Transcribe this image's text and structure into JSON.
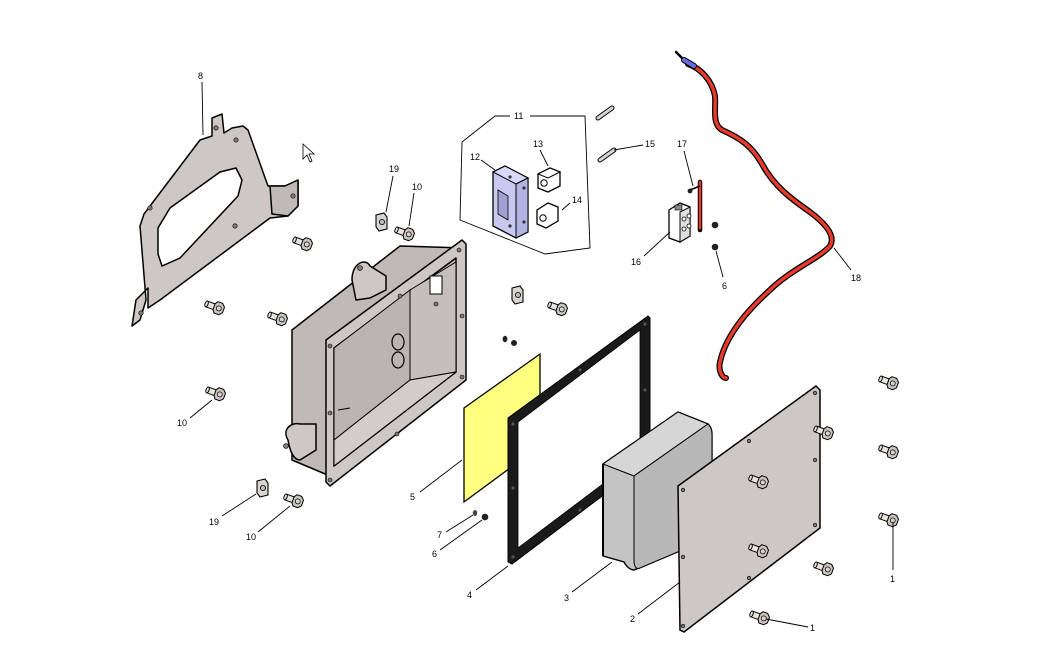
{
  "diagram": {
    "title": "",
    "type": "exploded-parts-diagram",
    "callouts": [
      {
        "id": "c8",
        "label": "8"
      },
      {
        "id": "c11",
        "label": "11"
      },
      {
        "id": "c12",
        "label": "12"
      },
      {
        "id": "c13",
        "label": "13"
      },
      {
        "id": "c14",
        "label": "14"
      },
      {
        "id": "c15",
        "label": "15"
      },
      {
        "id": "c17",
        "label": "17"
      },
      {
        "id": "c16",
        "label": "16"
      },
      {
        "id": "c6a",
        "label": "6"
      },
      {
        "id": "c18",
        "label": "18"
      },
      {
        "id": "c19a",
        "label": "19"
      },
      {
        "id": "c10a",
        "label": "10"
      },
      {
        "id": "c10b",
        "label": "10"
      },
      {
        "id": "c19b",
        "label": "19"
      },
      {
        "id": "c10c",
        "label": "10"
      },
      {
        "id": "c5",
        "label": "5"
      },
      {
        "id": "c7",
        "label": "7"
      },
      {
        "id": "c6b",
        "label": "6"
      },
      {
        "id": "c4",
        "label": "4"
      },
      {
        "id": "c3",
        "label": "3"
      },
      {
        "id": "c2",
        "label": "2"
      },
      {
        "id": "c1a",
        "label": "1"
      },
      {
        "id": "c1b",
        "label": "1"
      }
    ],
    "colors": {
      "metal": "#cdc8c3",
      "gasket": "#1a1a1a",
      "insulator": "#ffff80",
      "cover": "#c4c4c4",
      "terminal_block": "#c8c8f0",
      "cable": "#e83a2a",
      "cable_sleeve": "#6a6ae0"
    }
  },
  "cursor": {
    "icon": "arrow-cursor"
  }
}
